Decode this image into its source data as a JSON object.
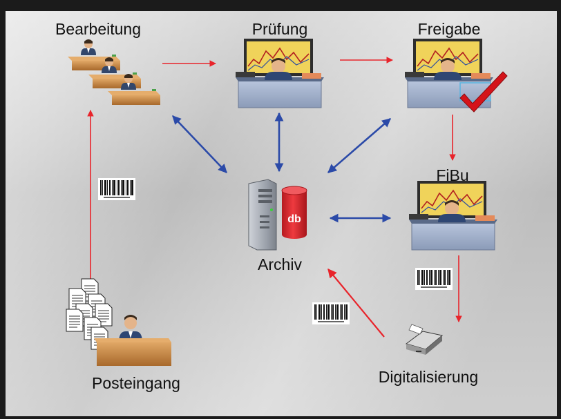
{
  "stations": {
    "bearbeitung": "Bearbeitung",
    "pruefung": "Prüfung",
    "freigabe": "Freigabe",
    "fibu": "FiBu",
    "archiv": "Archiv",
    "posteingang": "Posteingang",
    "digitalisierung": "Digitalisierung"
  },
  "database_label": "db",
  "colors": {
    "red_flow": "#e8242b",
    "blue_flow": "#2b4aa8",
    "database": "#d9262b",
    "desk": "#c98b4a",
    "workstation": "#9fb0cc",
    "checkmark": "#d4141a"
  }
}
